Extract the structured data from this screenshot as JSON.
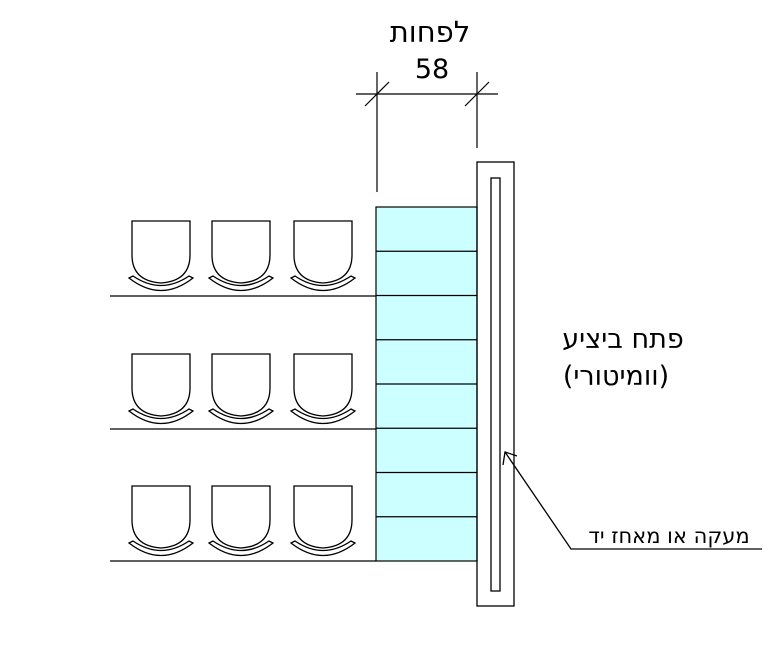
{
  "dimension": {
    "label": "לפחות",
    "value": "58"
  },
  "vomitory": {
    "line1": "פתח ביציע",
    "line2": "(וומיטורי)"
  },
  "railing": {
    "label": "מעקה או מאחז יד"
  },
  "rows": [
    {
      "seats": 3
    },
    {
      "seats": 3
    },
    {
      "seats": 3
    }
  ],
  "steps": 8,
  "colors": {
    "stair_fill": "#ccffff",
    "line": "#000000",
    "background": "#ffffff"
  }
}
